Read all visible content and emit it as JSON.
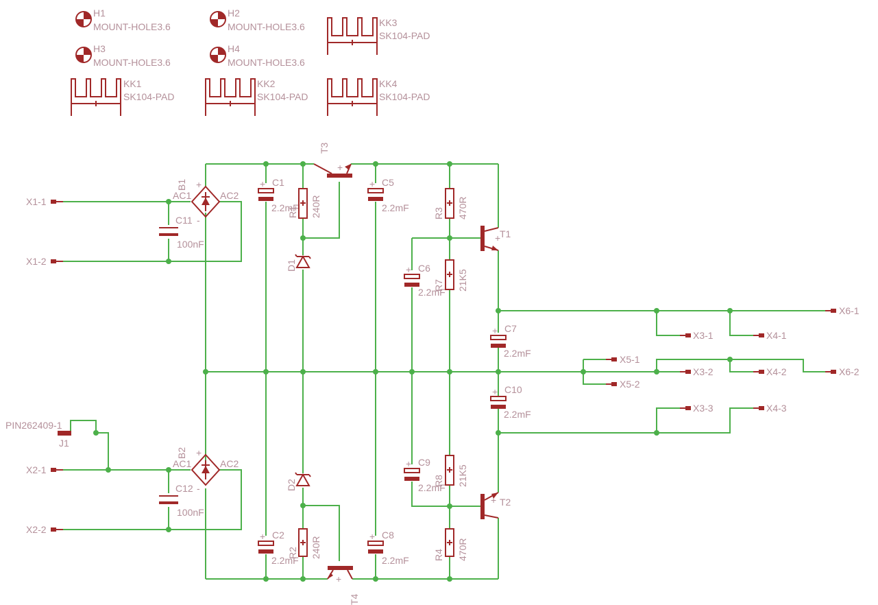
{
  "colors": {
    "wire": "#4cb04a",
    "component": "#a02828",
    "text": "#b4909a",
    "background": "#ffffff"
  },
  "mount_holes": [
    {
      "name": "H1",
      "value": "MOUNT-HOLE3.6"
    },
    {
      "name": "H2",
      "value": "MOUNT-HOLE3.6"
    },
    {
      "name": "H3",
      "value": "MOUNT-HOLE3.6"
    },
    {
      "name": "H4",
      "value": "MOUNT-HOLE3.6"
    }
  ],
  "heatsinks": [
    {
      "name": "KK1",
      "value": "SK104-PAD"
    },
    {
      "name": "KK2",
      "value": "SK104-PAD"
    },
    {
      "name": "KK3",
      "value": "SK104-PAD"
    },
    {
      "name": "KK4",
      "value": "SK104-PAD"
    }
  ],
  "connectors": {
    "x1_1": "X1-1",
    "x1_2": "X1-2",
    "x2_1": "X2-1",
    "x2_2": "X2-2",
    "x3_1": "X3-1",
    "x3_2": "X3-2",
    "x3_3": "X3-3",
    "x4_1": "X4-1",
    "x4_2": "X4-2",
    "x4_3": "X4-3",
    "x5_1": "X5-1",
    "x5_2": "X5-2",
    "x6_1": "X6-1",
    "x6_2": "X6-2",
    "j1_value": "PIN262409-1",
    "j1_name": "J1"
  },
  "bridges": {
    "b1": "B1",
    "b2": "B2",
    "b1_ac1": "AC1",
    "b1_ac2": "AC2",
    "b2_ac1": "AC1",
    "b2_ac2": "AC2",
    "plus": "+",
    "minus": "-"
  },
  "capacitors": {
    "c1": {
      "name": "C1",
      "value": "2.2mF"
    },
    "c2": {
      "name": "C2",
      "value": "2.2mF"
    },
    "c5": {
      "name": "C5",
      "value": "2.2mF"
    },
    "c6": {
      "name": "C6",
      "value": "2.2mF"
    },
    "c7": {
      "name": "C7",
      "value": "2.2mF"
    },
    "c8": {
      "name": "C8",
      "value": "2.2mF"
    },
    "c9": {
      "name": "C9",
      "value": "2.2mF"
    },
    "c10": {
      "name": "C10",
      "value": "2.2mF"
    },
    "c11": {
      "name": "C11",
      "value": "100nF"
    },
    "c12": {
      "name": "C12",
      "value": "100nF"
    }
  },
  "resistors": {
    "r1": {
      "name": "R1",
      "value": "240R"
    },
    "r2": {
      "name": "R2",
      "value": "240R"
    },
    "r3": {
      "name": "R3",
      "value": "470R"
    },
    "r4": {
      "name": "R4",
      "value": "470R"
    },
    "r7": {
      "name": "R7",
      "value": "21K5"
    },
    "r8": {
      "name": "R8",
      "value": "21K5"
    }
  },
  "diodes": {
    "d1": "D1",
    "d2": "D2"
  },
  "transistors": {
    "t1": "T1",
    "t2": "T2",
    "t3": "T3",
    "t4": "T4"
  }
}
